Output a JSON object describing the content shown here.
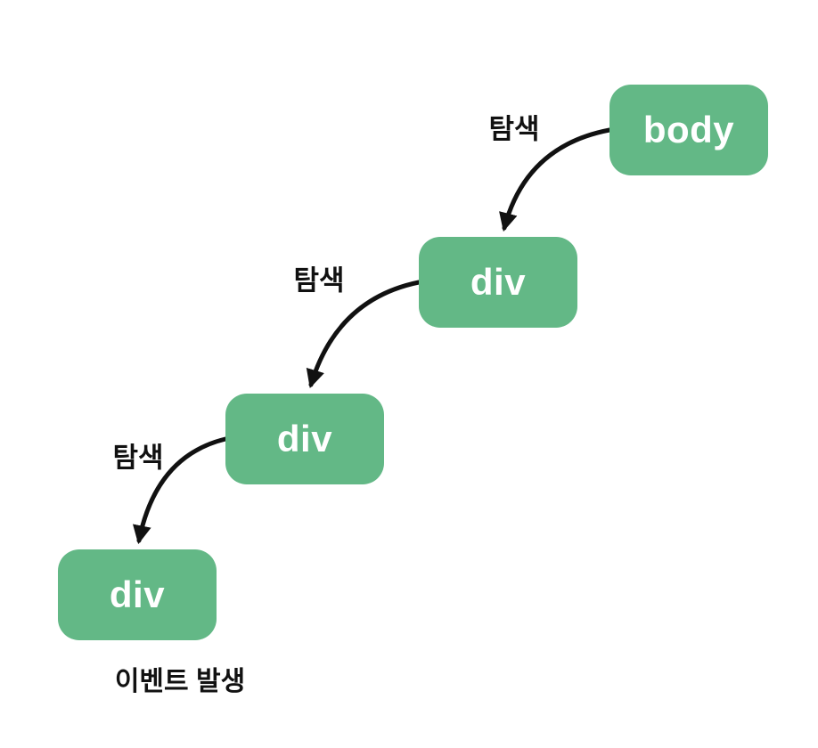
{
  "diagram": {
    "nodes": [
      {
        "id": "body",
        "label": "body"
      },
      {
        "id": "div-1",
        "label": "div"
      },
      {
        "id": "div-2",
        "label": "div"
      },
      {
        "id": "div-3",
        "label": "div"
      }
    ],
    "edges": [
      {
        "from": "body",
        "to": "div-1",
        "label": "탐색"
      },
      {
        "from": "div-1",
        "to": "div-2",
        "label": "탐색"
      },
      {
        "from": "div-2",
        "to": "div-3",
        "label": "탐색"
      }
    ],
    "caption": "이벤트 발생",
    "colors": {
      "node_fill": "#63b886",
      "node_text": "#ffffff",
      "arrow": "#111111",
      "label_text": "#111111",
      "background": "#ffffff"
    }
  }
}
